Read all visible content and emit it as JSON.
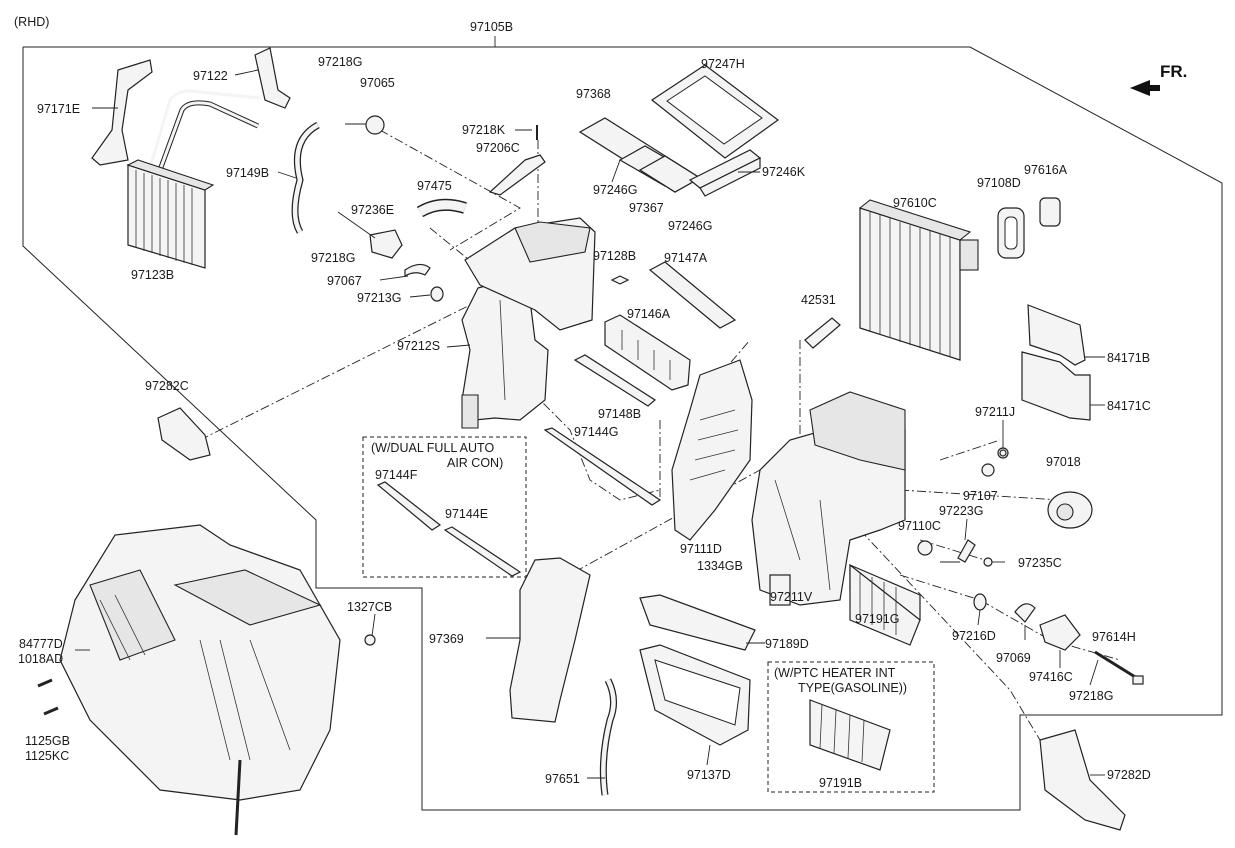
{
  "header": {
    "variant": "(RHD)",
    "assembly": "97105B",
    "direction": "FR."
  },
  "boxes": {
    "dual_auto": [
      "(W/DUAL FULL AUTO",
      "AIR CON)"
    ],
    "ptc_heater": [
      "(W/PTC HEATER INT",
      "TYPE(GASOLINE))"
    ]
  },
  "parts": [
    "97171E",
    "97122",
    "97218G",
    "97065",
    "97149B",
    "97123B",
    "97236E",
    "97218G",
    "97067",
    "97213G",
    "97475",
    "97218K",
    "97206C",
    "97368",
    "97247H",
    "97246G",
    "97367",
    "97246G",
    "97246K",
    "97212S",
    "97128B",
    "97147A",
    "97146A",
    "97148B",
    "97144G",
    "97144F",
    "97144E",
    "97282C",
    "97108D",
    "97616A",
    "97610C",
    "42531",
    "84171B",
    "84171C",
    "97211J",
    "97018",
    "97107",
    "97223G",
    "97110C",
    "97235C",
    "97111D",
    "1334GB",
    "97211V",
    "97191G",
    "97216D",
    "97069",
    "97614H",
    "97416C",
    "97218G",
    "97369",
    "97189D",
    "97651",
    "97137D",
    "97191B",
    "97282D",
    "1327CB",
    "84777D",
    "1018AD",
    "1125GB",
    "1125KC"
  ]
}
